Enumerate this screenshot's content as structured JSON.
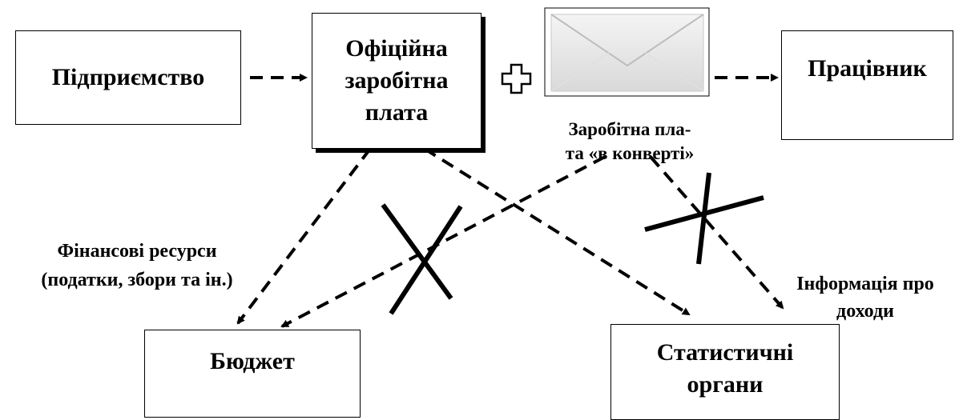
{
  "nodes": {
    "enterprise": "Підприємство",
    "official_wage_line1": "Офіційна",
    "official_wage_line2": "заробітна",
    "official_wage_line3": "плата",
    "worker": "Працівник",
    "budget": "Бюджет",
    "statistics_line1": "Статистичні",
    "statistics_line2": "органи"
  },
  "labels": {
    "envelope_wage_line1": "Заробітна пла-",
    "envelope_wage_line2": "та «в конверті»",
    "financial_line1": "Фінансові ресурси",
    "financial_line2": "(податки, збори та ін.)",
    "income_info_line1": "Інформація про",
    "income_info_line2": "доходи"
  },
  "icons": {
    "plus": "plus-outline-icon",
    "envelope": "envelope-icon",
    "blocked_cross": "x-cross-icon"
  }
}
